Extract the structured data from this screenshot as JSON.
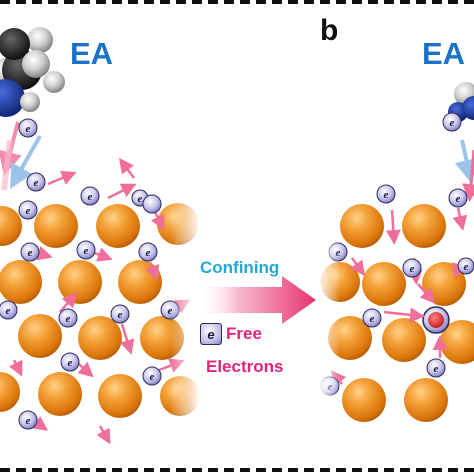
{
  "panel_label": "b",
  "molecule_label": "EA",
  "process_label": "Confining",
  "legend": {
    "electron_symbol": "e",
    "free_word": "Free",
    "electrons_word": "Electrons"
  },
  "electron_glyph": "e",
  "colors": {
    "ea_blue": "#1a73c6",
    "confining_cyan": "#22a8d8",
    "free_magenta": "#e0247a",
    "arrow_pink": "#ef6f9a",
    "orange_atom": "#e88a12",
    "electron_lavender": "#b7b3e3",
    "nitrogen_blue": "#0f2a8a"
  }
}
